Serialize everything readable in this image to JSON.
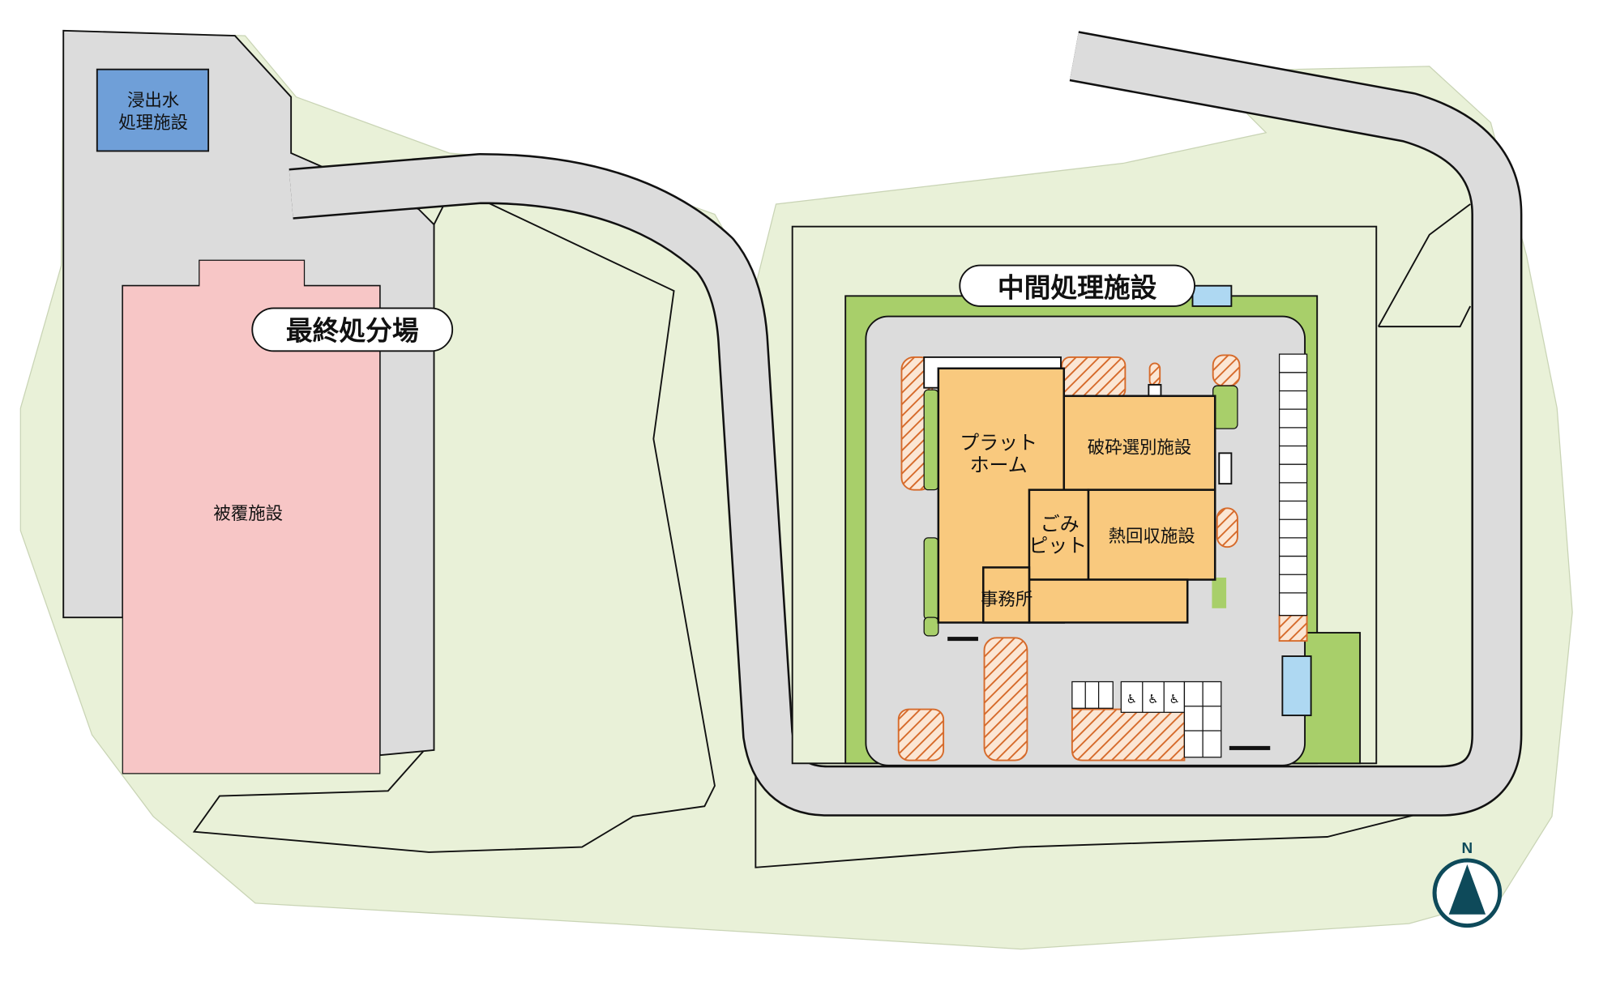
{
  "labels": {
    "landfill": "最終処分場",
    "leachate_line1": "浸出水",
    "leachate_line2": "処理施設",
    "cover_facility": "被覆施設",
    "intermediate": "中間処理施設",
    "platform_line1": "プラット",
    "platform_line2": "ホーム",
    "crushing": "破砕選別施設",
    "pit_line1": "ごみ",
    "pit_line2": "ピット",
    "heat_recovery": "熱回収施設",
    "office": "事務所"
  },
  "compass": {
    "north": "N"
  },
  "colors": {
    "land": "#e9f1d8",
    "paved": "#dcdcdc",
    "cover": "#f7c6c6",
    "leachate": "#6f9fd8",
    "building": "#f9c97e",
    "greenery": "#a8cf6a",
    "hatch": "#d66a2a",
    "compass": "#0e4a5a"
  }
}
